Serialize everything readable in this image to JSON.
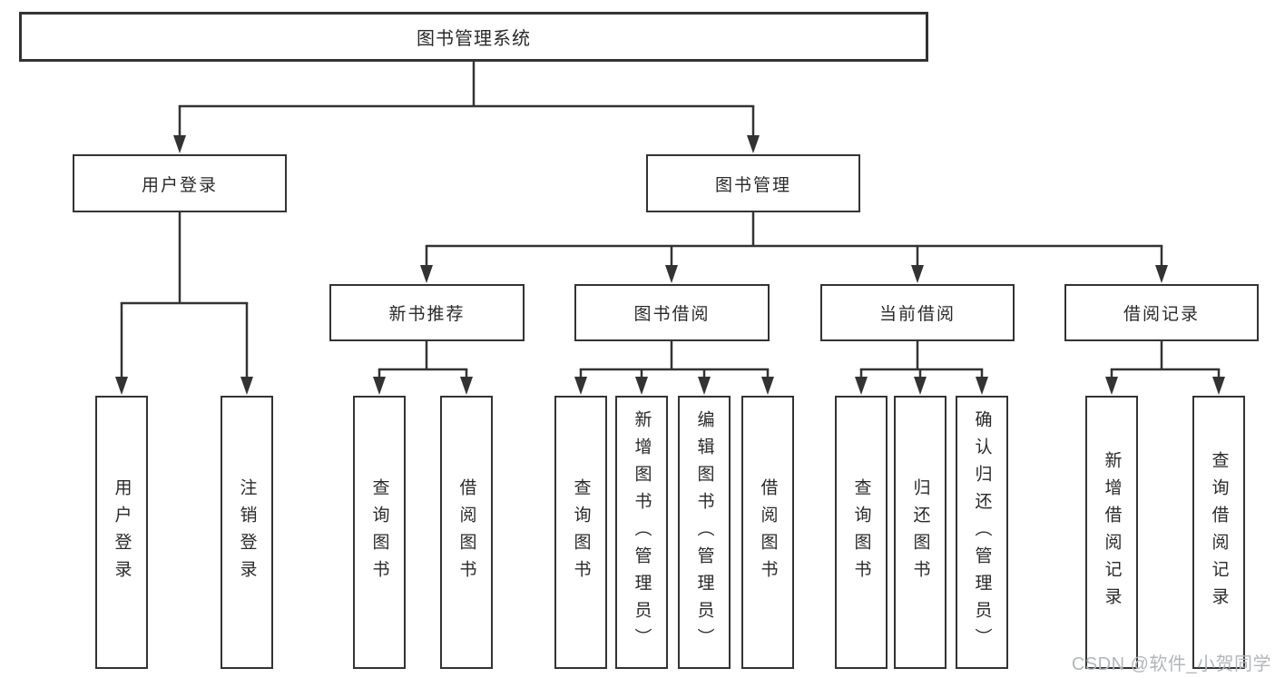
{
  "diagram": {
    "root": {
      "label": "图书管理系统"
    },
    "level2": {
      "user_login": {
        "label": "用户登录"
      },
      "book_management": {
        "label": "图书管理"
      }
    },
    "level3": {
      "new_book_recommend": {
        "label": "新书推荐"
      },
      "book_borrow": {
        "label": "图书借阅"
      },
      "current_borrow": {
        "label": "当前借阅"
      },
      "borrow_records": {
        "label": "借阅记录"
      }
    },
    "leaves": {
      "user_login": {
        "label": "用户登录"
      },
      "logout": {
        "label": "注销登录"
      },
      "nbr_query_book": {
        "label": "查询图书"
      },
      "nbr_borrow_book": {
        "label": "借阅图书"
      },
      "bb_query_book": {
        "label": "查询图书"
      },
      "bb_add_book": {
        "label": "新增图书（管理员）"
      },
      "bb_edit_book": {
        "label": "编辑图书（管理员）"
      },
      "bb_borrow_book": {
        "label": "借阅图书"
      },
      "cb_query_book": {
        "label": "查询图书"
      },
      "cb_return_book": {
        "label": "归还图书"
      },
      "cb_confirm_return": {
        "label": "确认归还（管理员）"
      },
      "br_add_record": {
        "label": "新增借阅记录"
      },
      "br_query_record": {
        "label": "查询借阅记录"
      }
    },
    "watermark": "CSDN @软件_小贺同学",
    "colors": {
      "line": "#333333",
      "text": "#2a2a2a",
      "watermark": "#b3b6b9",
      "background": "#ffffff"
    }
  }
}
